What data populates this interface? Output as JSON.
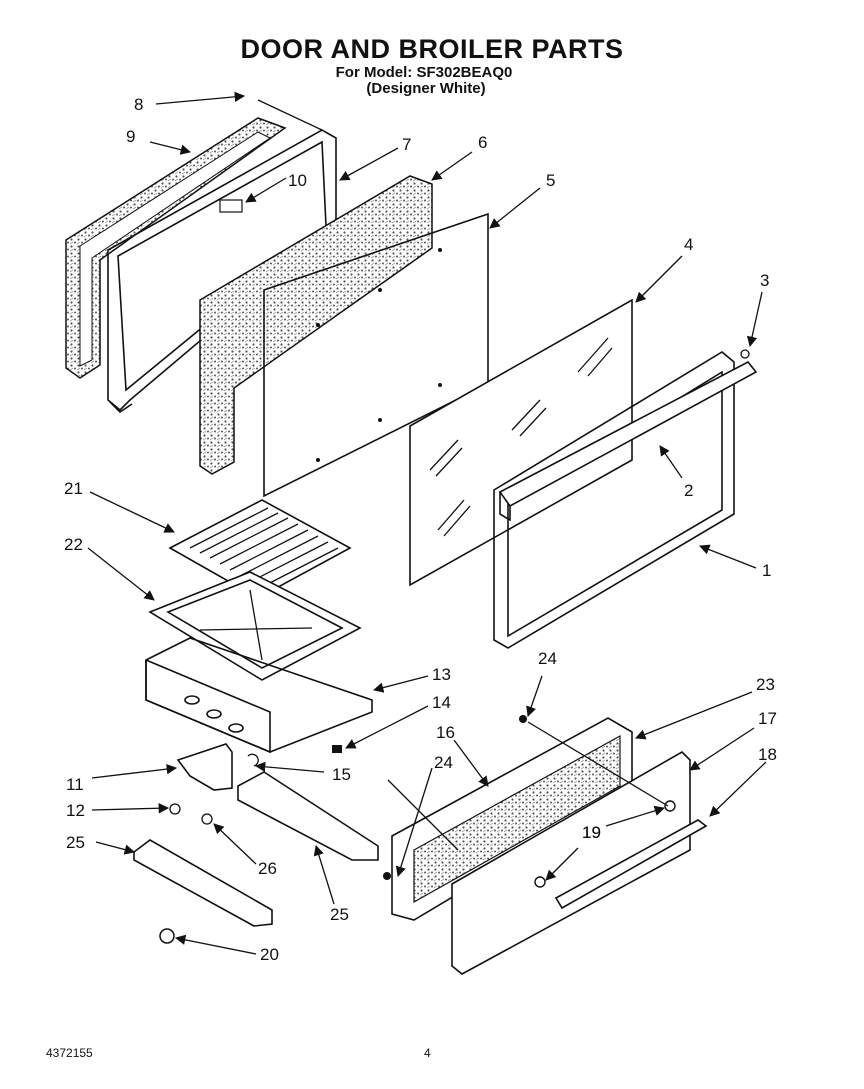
{
  "header": {
    "title": "DOOR AND BROILER PARTS",
    "model_line": "For Model: SF302BEAQ0",
    "variant_line": "(Designer White)"
  },
  "callouts": [
    "1",
    "2",
    "3",
    "4",
    "5",
    "6",
    "7",
    "8",
    "9",
    "10",
    "11",
    "12",
    "13",
    "14",
    "15",
    "16",
    "17",
    "18",
    "19",
    "19",
    "20",
    "21",
    "22",
    "23",
    "24",
    "24",
    "25",
    "25",
    "26"
  ],
  "footer": {
    "doc_number": "4372155",
    "page_number": "4"
  },
  "colors": {
    "ink": "#111111",
    "paper": "#ffffff",
    "insulation_stipple": "#555555"
  }
}
